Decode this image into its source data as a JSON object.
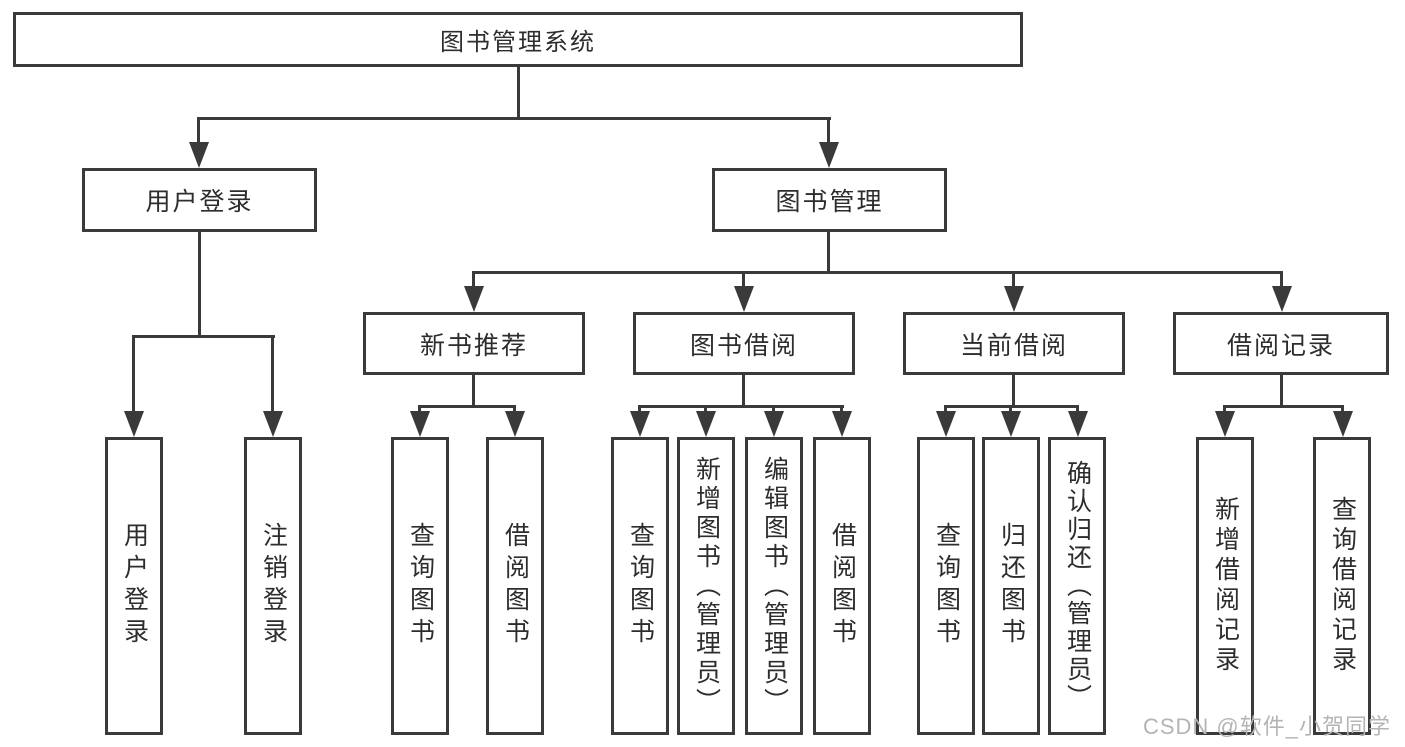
{
  "diagram": {
    "root": {
      "label": "图书管理系统"
    },
    "user_login_branch": {
      "label": "用户登录",
      "children": [
        {
          "label": "用户登录"
        },
        {
          "label": "注销登录"
        }
      ]
    },
    "book_mgmt_branch": {
      "label": "图书管理",
      "children": [
        {
          "label": "新书推荐",
          "children": [
            {
              "label": "查询图书"
            },
            {
              "label": "借阅图书"
            }
          ]
        },
        {
          "label": "图书借阅",
          "children": [
            {
              "label": "查询图书"
            },
            {
              "label": "新增图书（管理员）"
            },
            {
              "label": "编辑图书（管理员）"
            },
            {
              "label": "借阅图书"
            }
          ]
        },
        {
          "label": "当前借阅",
          "children": [
            {
              "label": "查询图书"
            },
            {
              "label": "归还图书"
            },
            {
              "label": "确认归还（管理员）"
            }
          ]
        },
        {
          "label": "借阅记录",
          "children": [
            {
              "label": "新增借阅记录"
            },
            {
              "label": "查询借阅记录"
            }
          ]
        }
      ]
    }
  },
  "watermark": "CSDN @软件_小贺同学",
  "colors": {
    "line": "#3a3a3a",
    "text": "#2d2d2d",
    "watermark": "#b4b4b4",
    "background": "#ffffff"
  }
}
